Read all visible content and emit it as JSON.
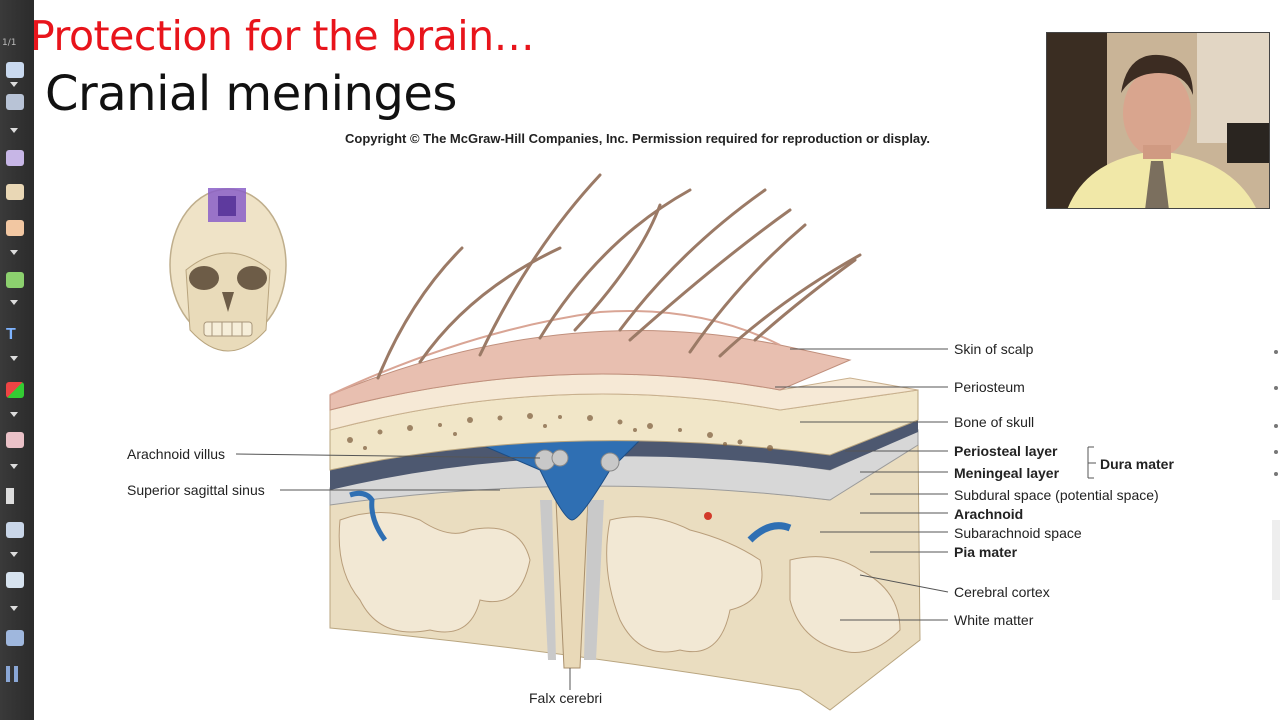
{
  "slide": {
    "title": "Protection for the brain…",
    "subtitle": "Cranial meninges",
    "copyright": "Copyright © The McGraw-Hill Companies, Inc. Permission required for reproduction or display."
  },
  "toolbar": {
    "page_indicator": "1/1",
    "icons": [
      "select-icon",
      "pen-icon",
      "highlighter-icon",
      "eraser-icon",
      "text-icon",
      "shape-icon",
      "pointer-icon",
      "lasso-icon",
      "layout-icon",
      "pause-icon"
    ]
  },
  "webcam": {
    "description_icon": "presenter-video-icon"
  },
  "diagram": {
    "labels_right": {
      "skin": "Skin of scalp",
      "periosteum": "Periosteum",
      "bone": "Bone of skull",
      "periosteal_layer": "Periosteal layer",
      "meningeal_layer": "Meningeal layer",
      "dura_mater": "Dura mater",
      "subdural": "Subdural space (potential space)",
      "arachnoid": "Arachnoid",
      "subarachnoid": "Subarachnoid space",
      "pia": "Pia mater",
      "cortex": "Cerebral cortex",
      "white_matter": "White matter"
    },
    "labels_left": {
      "arachnoid_villus": "Arachnoid villus",
      "sinus": "Superior sagittal sinus"
    },
    "label_bottom": "Falx cerebri"
  },
  "colors": {
    "title": "#e8141b",
    "skin": "#e8bfb0",
    "bone": "#f1e6c8",
    "sinus_blue": "#2f6fb3",
    "brain": "#eaddc0"
  }
}
